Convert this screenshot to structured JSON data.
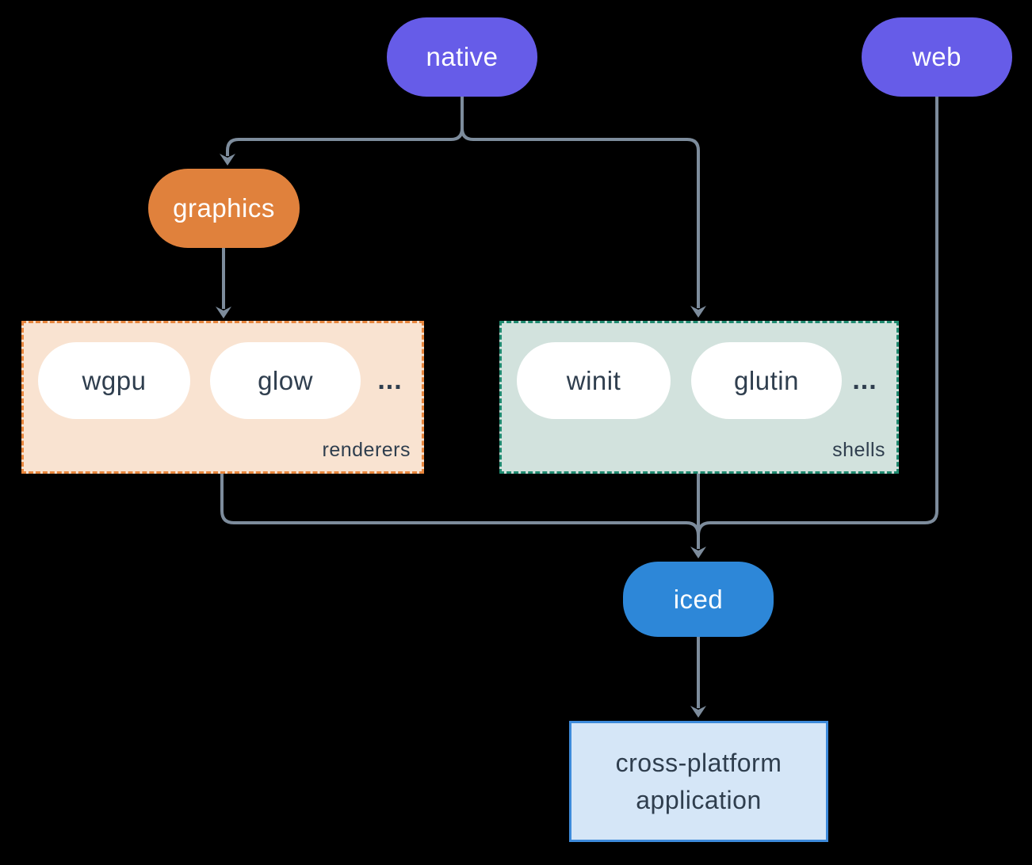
{
  "nodes": {
    "native": "native",
    "web": "web",
    "graphics": "graphics",
    "iced": "iced",
    "application": "cross-platform application"
  },
  "groups": {
    "renderers": {
      "label": "renderers",
      "pills": [
        "wgpu",
        "glow"
      ],
      "more": "..."
    },
    "shells": {
      "label": "shells",
      "pills": [
        "winit",
        "glutin"
      ],
      "more": "..."
    }
  },
  "colors": {
    "background": "#000000",
    "native_web_purple": "#665ce8",
    "graphics_orange": "#e0813c",
    "iced_blue": "#2d87d8",
    "renderers_fill": "#f9e3d1",
    "renderers_border": "#e8863d",
    "shells_fill": "#d2e2dd",
    "shells_border": "#1f8a70",
    "application_fill": "#d5e6f7",
    "application_border": "#3d8ada",
    "connector_gray": "#7d8c9c",
    "dark_text": "#2f3e4e",
    "light_text": "#ffffff"
  }
}
